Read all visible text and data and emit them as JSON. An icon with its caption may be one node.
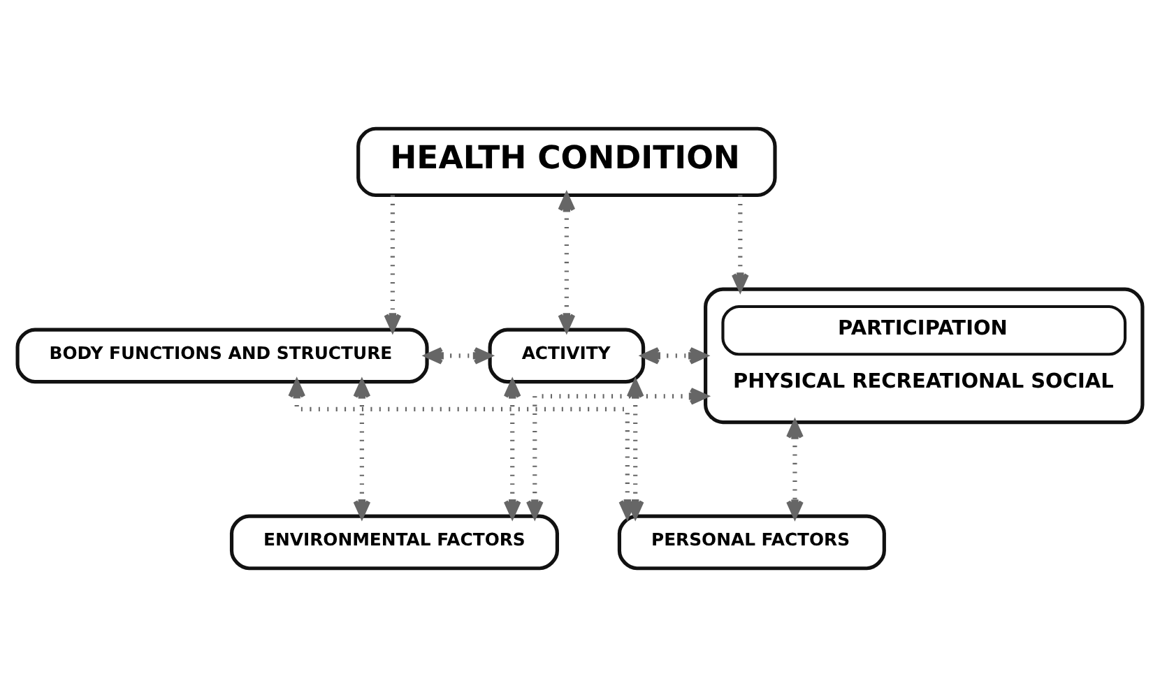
{
  "diagram": {
    "nodes": [
      {
        "text": [
          "HEALTH CONDITION"
        ]
      },
      {
        "text": [
          "BODY FUNCTIONS AND STRUCTURE"
        ]
      },
      {
        "text": [
          "ACTIVITY"
        ]
      },
      {
        "text": [
          "PARTICIPATION",
          "PHYSICAL RECREATIONAL SOCIAL"
        ]
      },
      {
        "text": [
          "ENVIRONMENTAL FACTORS"
        ]
      },
      {
        "text": [
          "PERSONAL FACTORS"
        ]
      }
    ],
    "edges": [
      {
        "from": 0,
        "to": 1,
        "arrow": "to"
      },
      {
        "from": 0,
        "to": 2,
        "arrow": "both"
      },
      {
        "from": 0,
        "to": 3,
        "arrow": "to"
      },
      {
        "from": 1,
        "to": 2,
        "arrow": "both"
      },
      {
        "from": 2,
        "to": 3,
        "arrow": "both"
      },
      {
        "from": 1,
        "to": 4,
        "arrow": "both"
      },
      {
        "from": 2,
        "to": 4,
        "arrow": "both"
      },
      {
        "from": 3,
        "to": 4,
        "arrow": "both"
      },
      {
        "from": 1,
        "to": 5,
        "arrow": "both"
      },
      {
        "from": 2,
        "to": 5,
        "arrow": "both"
      },
      {
        "from": 3,
        "to": 5,
        "arrow": "both"
      }
    ]
  }
}
